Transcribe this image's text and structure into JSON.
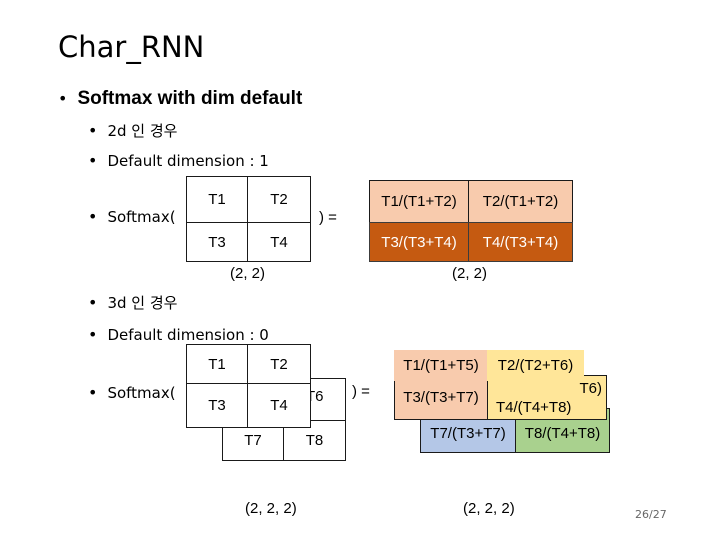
{
  "title": "Char_RNN",
  "bullets": {
    "main": "Softmax with dim default",
    "case2d": "2d 인 경우",
    "default1": "Default dimension : 1",
    "case3d": "3d 인 경우",
    "default0": "Default dimension : 0",
    "softmax_open": "Softmax(",
    "close_eq": ") ="
  },
  "ex2d": {
    "input": [
      "T1",
      "T2",
      "T3",
      "T4"
    ],
    "output": [
      "T1/(T1+T2)",
      "T2/(T1+T2)",
      "T3/(T3+T4)",
      "T4/(T3+T4)"
    ],
    "shape_in": "(2, 2)",
    "shape_out": "(2, 2)"
  },
  "ex3d": {
    "input_front": [
      "T1",
      "T2",
      "T3",
      "T4"
    ],
    "input_back": [
      "T6",
      "T7",
      "T8"
    ],
    "output_front": [
      "T1/(T1+T5)",
      "T2/(T2+T6)"
    ],
    "output_mid": [
      "T6)",
      "T3/(T3+T7)",
      "T4/(T4+T8)"
    ],
    "output_back": [
      "T7/(T3+T7)",
      "T8/(T4+T8)"
    ],
    "shape_in": "(2, 2, 2)",
    "shape_out": "(2, 2, 2)"
  },
  "page_number": "26/27"
}
